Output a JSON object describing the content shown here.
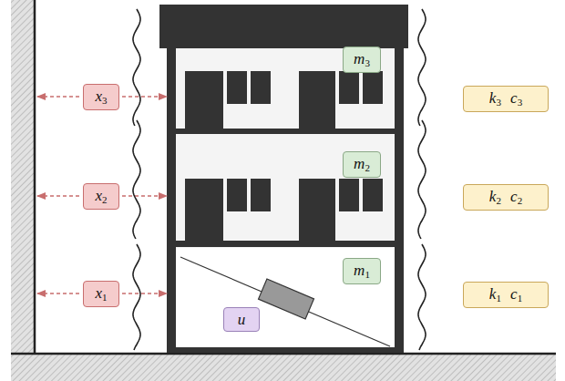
{
  "diagram": {
    "nodes": [
      {
        "text": [
          "m3"
        ]
      },
      {
        "text": [
          "x3"
        ]
      },
      {
        "text": [
          "k3 c3"
        ]
      },
      {
        "text": [
          "m2"
        ]
      },
      {
        "text": [
          "x2"
        ]
      },
      {
        "text": [
          "k2 c2"
        ]
      },
      {
        "text": [
          "m1"
        ]
      },
      {
        "text": [
          "x1"
        ]
      },
      {
        "text": [
          "k1 c1"
        ]
      },
      {
        "text": [
          "u"
        ]
      }
    ]
  }
}
